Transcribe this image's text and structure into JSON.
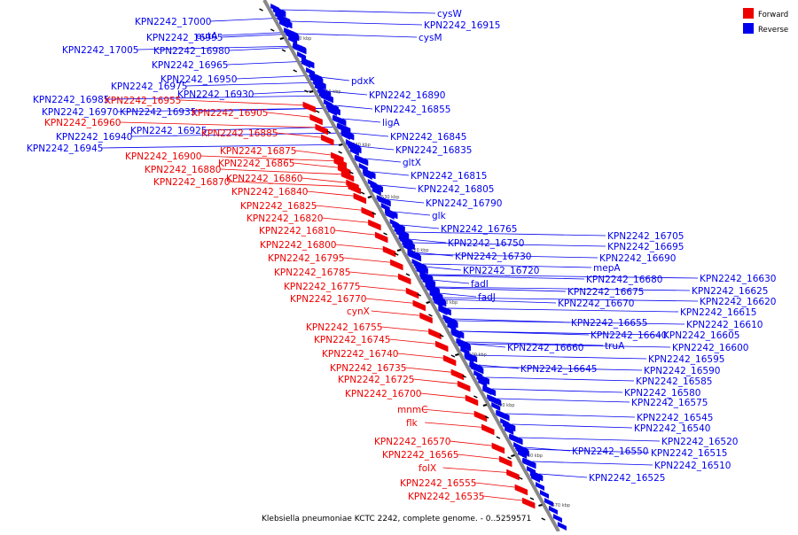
{
  "colors": {
    "forward": "#ee0000",
    "reverse": "#0000ee",
    "axis": "#888888",
    "background": "#ffffff"
  },
  "legend": [
    {
      "label": "Forward",
      "color": "#ee0000"
    },
    {
      "label": "Reverse",
      "color": "#0000ee"
    }
  ],
  "caption": "Klebsiella pneumoniae KCTC 2242, complete genome. - 0..5259571",
  "axis_ticks": [
    "3560 kbp",
    "3550 kbp",
    "3540 kbp",
    "3530 kbp",
    "3520 kbp",
    "3510 kbp",
    "3500 kbp",
    "3490 kbp",
    "3480 kbp",
    "3470 kbp"
  ],
  "reverse_labels": [
    "KPN2242_17000",
    "KPN2242_16995",
    "eutA",
    "KPN2242_17005",
    "KPN2242_16980",
    "KPN2242_16965",
    "KPN2242_16975",
    "KPN2242_16950",
    "KPN2242_16985",
    "KPN2242_16930",
    "KPN2242_16970",
    "KPN2242_16935",
    "KPN2242_16940",
    "KPN2242_16925",
    "KPN2242_16945",
    "cysW",
    "KPN2242_16915",
    "cysM",
    "pdxK",
    "KPN2242_16890",
    "KPN2242_16855",
    "ligA",
    "KPN2242_16845",
    "KPN2242_16835",
    "gltX",
    "KPN2242_16815",
    "KPN2242_16805",
    "KPN2242_16790",
    "glk",
    "KPN2242_16765",
    "KPN2242_16750",
    "KPN2242_16730",
    "KPN2242_16720",
    "fadI",
    "fadJ",
    "KPN2242_16705",
    "KPN2242_16695",
    "KPN2242_16690",
    "mepA",
    "KPN2242_16680",
    "KPN2242_16675",
    "KPN2242_16670",
    "KPN2242_16655",
    "KPN2242_16640",
    "KPN2242_16660",
    "truA",
    "KPN2242_16645",
    "KPN2242_16630",
    "KPN2242_16625",
    "KPN2242_16620",
    "KPN2242_16615",
    "KPN2242_16610",
    "KPN2242_16605",
    "KPN2242_16600",
    "KPN2242_16595",
    "KPN2242_16590",
    "KPN2242_16585",
    "KPN2242_16580",
    "KPN2242_16575",
    "KPN2242_16545",
    "KPN2242_16540",
    "KPN2242_16550",
    "KPN2242_16520",
    "KPN2242_16515",
    "KPN2242_16510",
    "KPN2242_16525"
  ],
  "forward_labels": [
    "KPN2242_16955",
    "KPN2242_16960",
    "KPN2242_16905",
    "KPN2242_16885",
    "KPN2242_16875",
    "KPN2242_16900",
    "KPN2242_16865",
    "KPN2242_16880",
    "KPN2242_16860",
    "KPN2242_16870",
    "KPN2242_16840",
    "KPN2242_16825",
    "KPN2242_16820",
    "KPN2242_16810",
    "KPN2242_16800",
    "KPN2242_16795",
    "KPN2242_16785",
    "KPN2242_16775",
    "KPN2242_16770",
    "cynX",
    "KPN2242_16755",
    "KPN2242_16745",
    "KPN2242_16740",
    "KPN2242_16735",
    "KPN2242_16725",
    "KPN2242_16700",
    "mnmC",
    "flk",
    "KPN2242_16570",
    "KPN2242_16565",
    "folX",
    "KPN2242_16555",
    "KPN2242_16535"
  ]
}
